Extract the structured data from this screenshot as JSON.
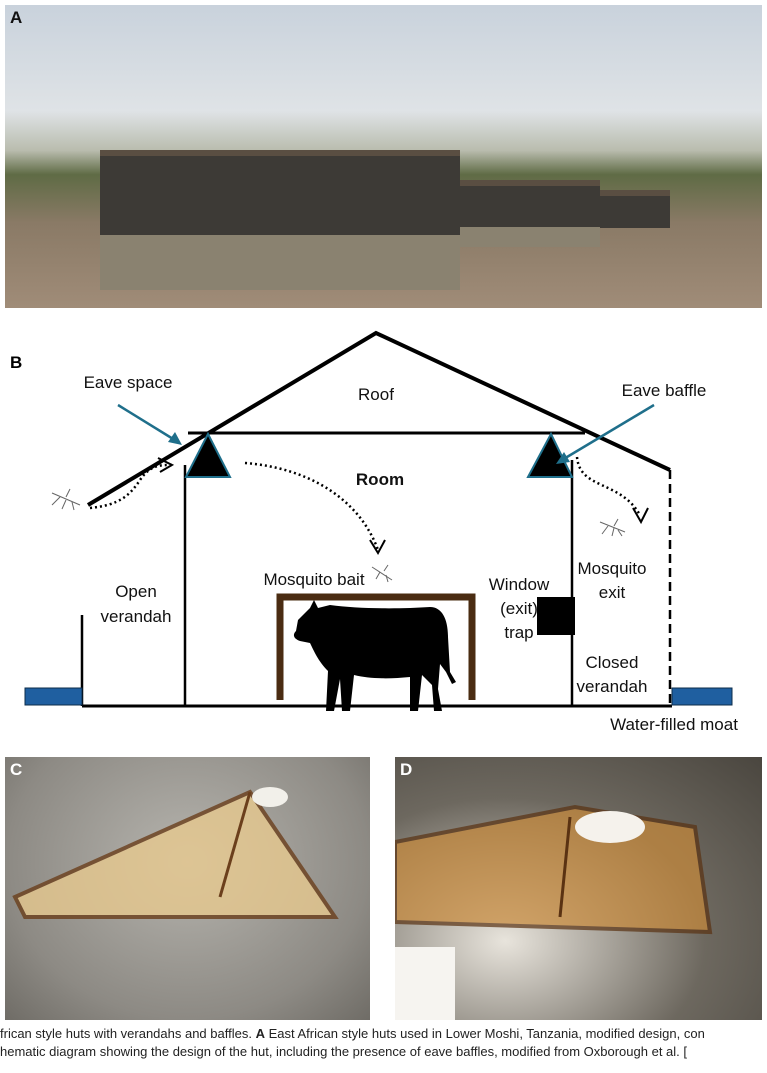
{
  "panels": {
    "a": {
      "label": "A"
    },
    "b": {
      "label": "B",
      "labels": {
        "eave_space": "Eave space",
        "roof": "Roof",
        "eave_baffle": "Eave baffle",
        "room": "Room",
        "open_verandah_1": "Open",
        "open_verandah_2": "verandah",
        "mosquito_bait": "Mosquito bait",
        "window_1": "Window",
        "window_2": "(exit)",
        "window_3": "trap",
        "mosquito_exit_1": "Mosquito",
        "mosquito_exit_2": "exit",
        "closed_verandah_1": "Closed",
        "closed_verandah_2": "verandah",
        "moat": "Water-filled moat"
      },
      "colors": {
        "arrow": "#1f6f8b",
        "moat": "#1f5fa0",
        "frame": "#4a2c12"
      }
    },
    "c": {
      "label": "C"
    },
    "d": {
      "label": "D"
    }
  },
  "caption": {
    "line1_pre": "frican style huts with verandahs and baffles. ",
    "line1_bold": "A",
    "line1_post": " East African style huts used in Lower Moshi, Tanzania, modified design, con",
    "line2": "hematic diagram showing the design of the hut, including the presence of eave baffles, modified from Oxborough et al. ["
  }
}
